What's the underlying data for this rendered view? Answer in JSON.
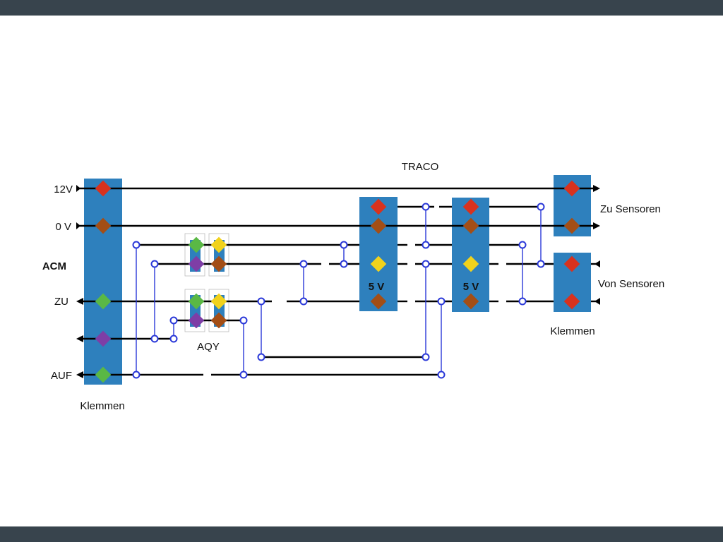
{
  "labels": {
    "v12": "12V",
    "v0": "0 V",
    "acm": "ACM",
    "zu": "ZU",
    "auf": "AUF",
    "klemmen_left": "Klemmen",
    "aqy": "AQY",
    "traco": "TRACO",
    "traco1_voltage": "5 V",
    "traco2_voltage": "5 V",
    "zu_sensoren": "Zu Sensoren",
    "von_sensoren": "Von Sensoren",
    "klemmen_right": "Klemmen"
  },
  "colors": {
    "frame_bar": "#38444d",
    "block": "#2e80bd",
    "jumper": "#2a38d8",
    "red": "#d8321e",
    "brown": "#a34e16",
    "green": "#5ab845",
    "purple": "#7e3ea6",
    "yellow": "#f1d21c"
  }
}
